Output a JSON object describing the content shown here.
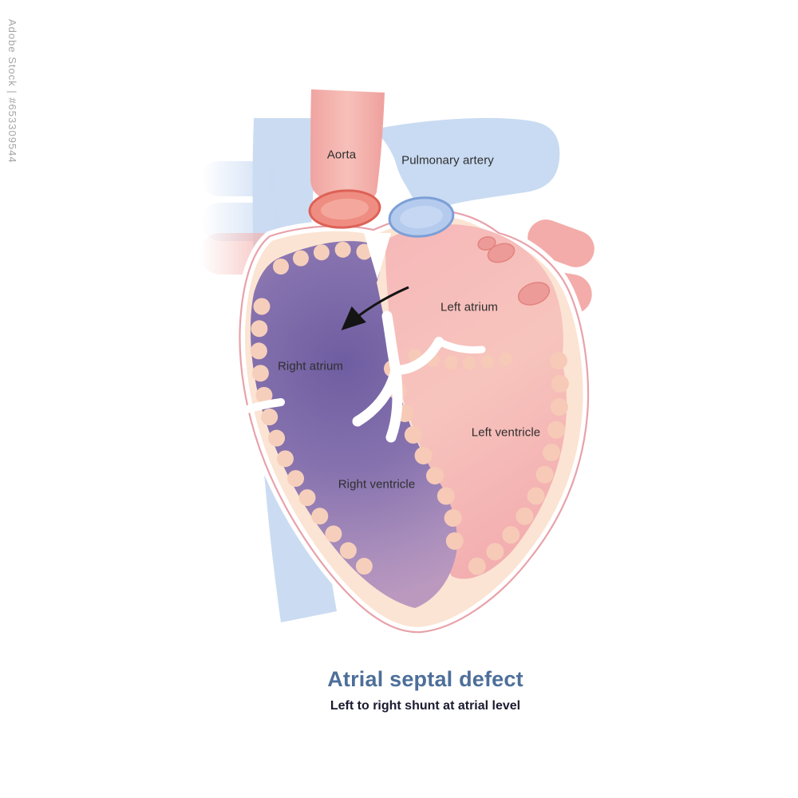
{
  "watermark": {
    "text": "Adobe Stock | #653309544"
  },
  "illustration": {
    "labels": {
      "aorta": "Aorta",
      "pulmonary_artery": "Pulmonary artery",
      "left_atrium": "Left atrium",
      "right_atrium": "Right atrium",
      "left_ventricle": "Left ventricle",
      "right_ventricle": "Right ventricle"
    },
    "colors": {
      "vein_blue": "#c9daf2",
      "artery_pink": "#f2a9a6",
      "heart_wall_peach": "#fbe4d3",
      "right_heart_purple": "#8672ae",
      "left_heart_pink": "#f4b6b7",
      "outline_pink": "#e8a2aa",
      "aortic_valve_red": "#dd6156",
      "pulmonary_valve_blue": "#7d9fd6",
      "shunt_arrow_black": "#141414",
      "label_text": "#2e2e2e",
      "title_blue": "#4d6f99",
      "subtitle_dark": "#1a1a30",
      "watermark_gray": "#a6a6a6"
    }
  },
  "caption": {
    "title": "Atrial septal defect",
    "subtitle": "Left to right shunt at atrial level"
  }
}
